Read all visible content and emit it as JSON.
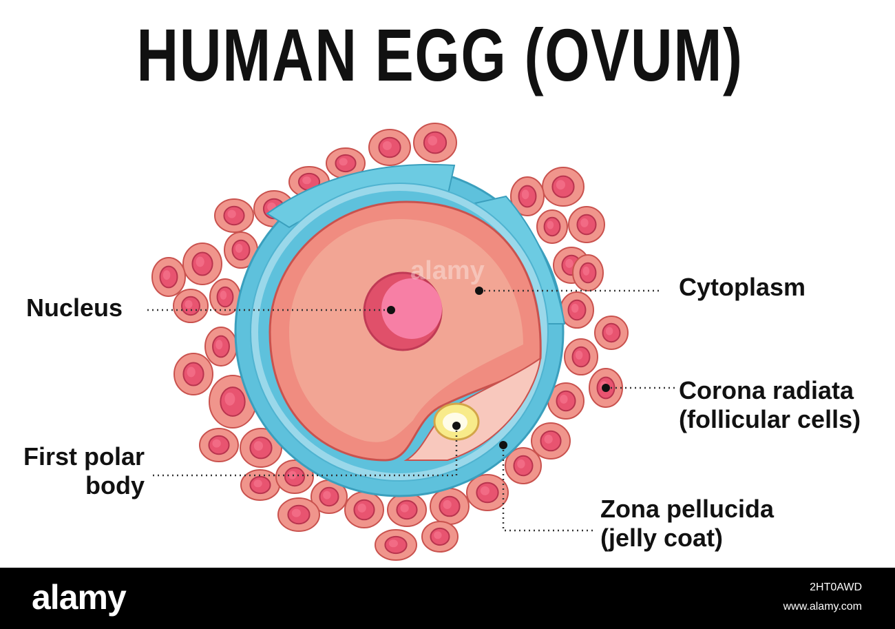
{
  "title": "HUMAN EGG (OVUM)",
  "labels": {
    "nucleus": "Nucleus",
    "cytoplasm": "Cytoplasm",
    "corona_line1": "Corona radiata",
    "corona_line2": "(follicular cells)",
    "polar_line1": "First polar",
    "polar_line2": "body",
    "zona_line1": "Zona pellucida",
    "zona_line2": "(jelly coat)"
  },
  "watermark": "alamy",
  "footer": {
    "logo": "alamy",
    "image_id": "2HT0AWD",
    "url": "www.alamy.com"
  },
  "colors": {
    "cell_fill": "#f0958c",
    "cell_stroke": "#c9524e",
    "cell_nucleus": "#e85470",
    "zona": "#5ec1dc",
    "zona_light": "#9ad8ea",
    "cytoplasm": "#f09c8c",
    "nucleus": "#f07aa0",
    "polar_body": "#f8eb8a"
  }
}
